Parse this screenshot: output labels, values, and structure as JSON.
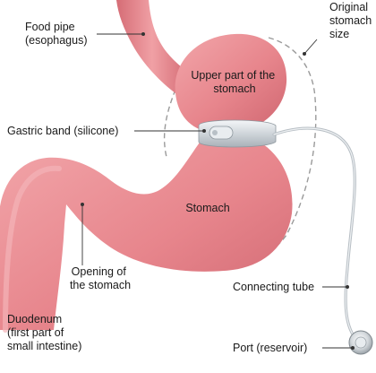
{
  "labels": {
    "food_pipe": [
      "Food pipe",
      "(esophagus)"
    ],
    "original_size": [
      "Original",
      "stomach",
      "size"
    ],
    "upper_stomach": [
      "Upper part of the",
      "stomach"
    ],
    "gastric_band": [
      "Gastric band (silicone)"
    ],
    "stomach": [
      "Stomach"
    ],
    "opening": [
      "Opening of",
      "the stomach"
    ],
    "connecting_tube": [
      "Connecting tube"
    ],
    "duodenum": [
      "Duodenum",
      "(first part of",
      "small intestine)"
    ],
    "port": [
      "Port (reservoir)"
    ]
  },
  "colors": {
    "tissue": "#e8898f",
    "tissue_dark": "#c65a64",
    "tissue_light": "#f4b3b6",
    "band": "#d9dee3",
    "tube": "#c8cdd2",
    "dashed_outline": "#9a9a9a"
  }
}
